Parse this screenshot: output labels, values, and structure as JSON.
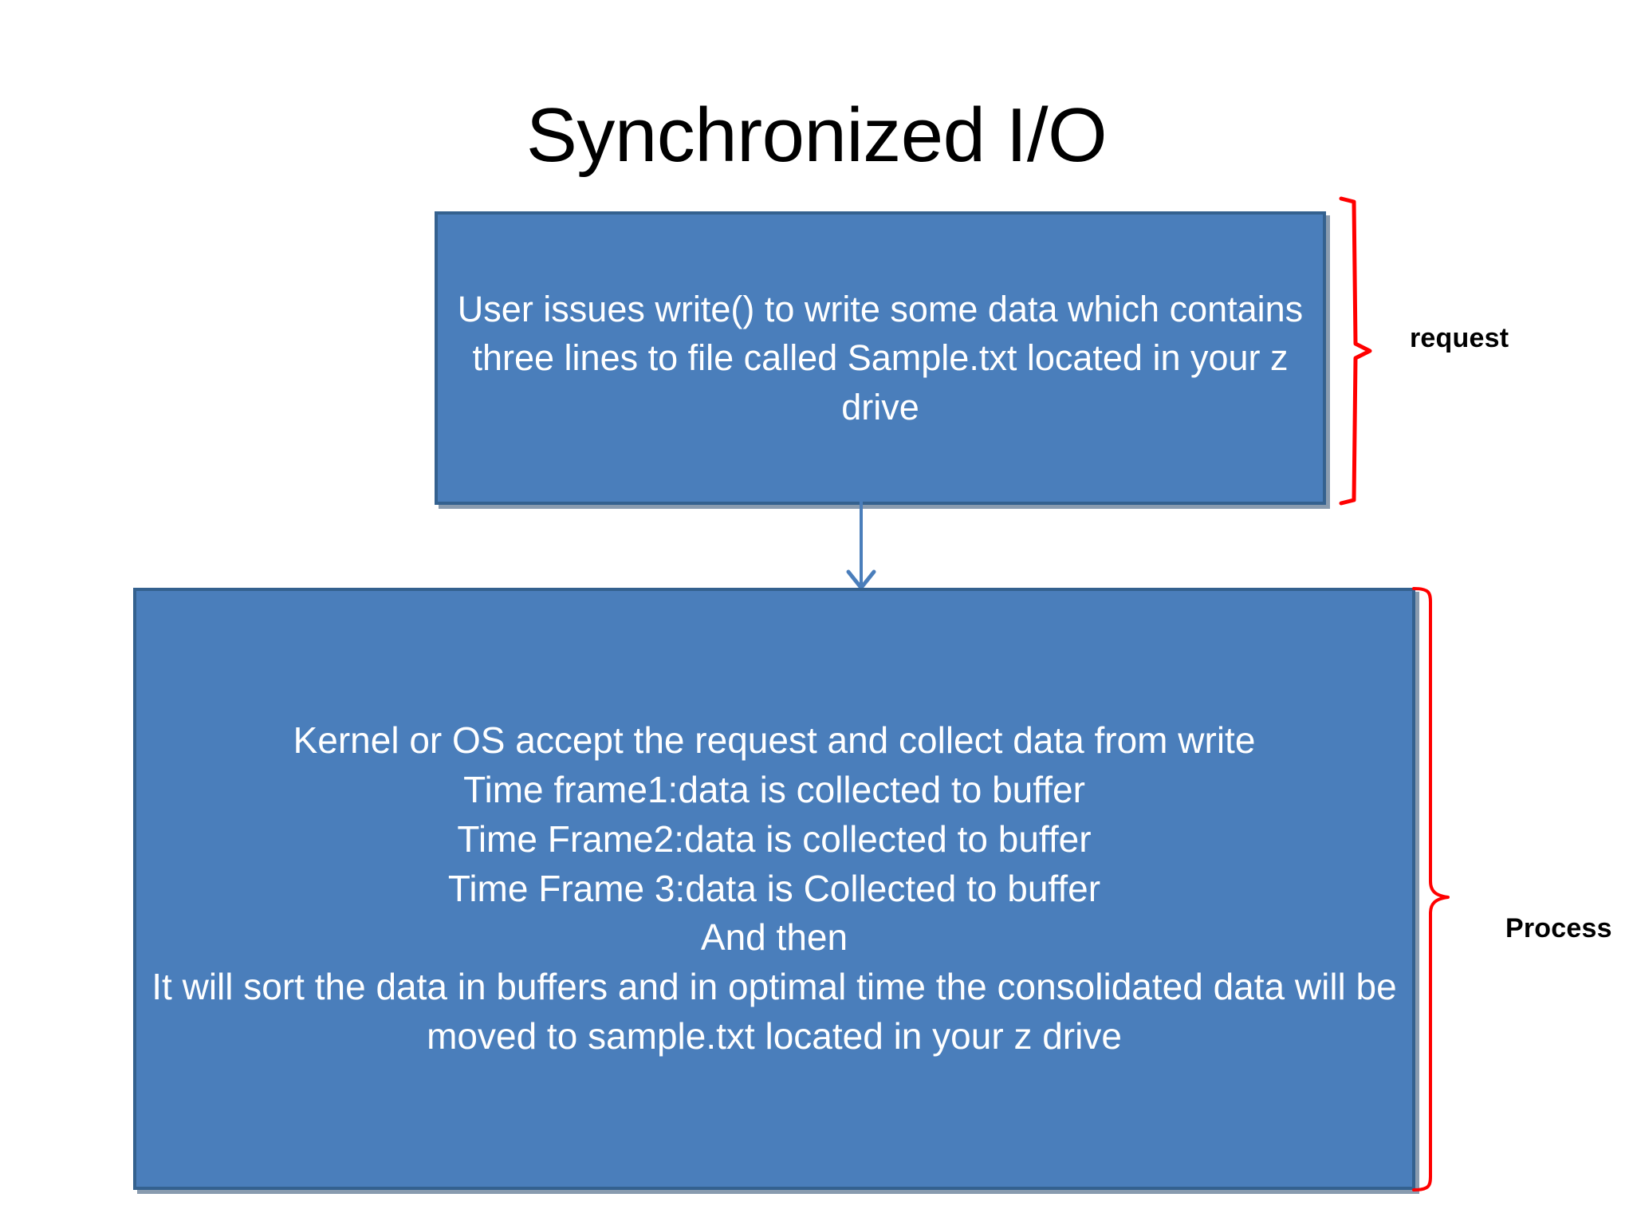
{
  "slide": {
    "title": "Synchronized I/O",
    "background_color": "#FFFFFF"
  },
  "theme": {
    "box_fill": "#4A7EBB",
    "box_border": "#34618F",
    "box_text_color": "#FFFFFF",
    "brace_color": "#FF0000",
    "arrow_color": "#4A7EBB",
    "title_color": "#000000"
  },
  "boxes": [
    {
      "id": "request-box",
      "text": "User issues write() to  write some data which contains three lines to file called Sample.txt located in your z drive"
    },
    {
      "id": "process-box",
      "text": "Kernel or OS accept the request and collect data from write\nTime frame1:data is collected to buffer\nTime Frame2:data is collected to buffer\nTime Frame 3:data is Collected to buffer\nAnd then\nIt will sort the data in buffers and in optimal  time the consolidated data will be moved to sample.txt located in your z drive"
    }
  ],
  "annotations": {
    "request_label": "request",
    "process_label": "Process"
  },
  "connector": {
    "direction": "down",
    "from": "request-box",
    "to": "process-box"
  }
}
